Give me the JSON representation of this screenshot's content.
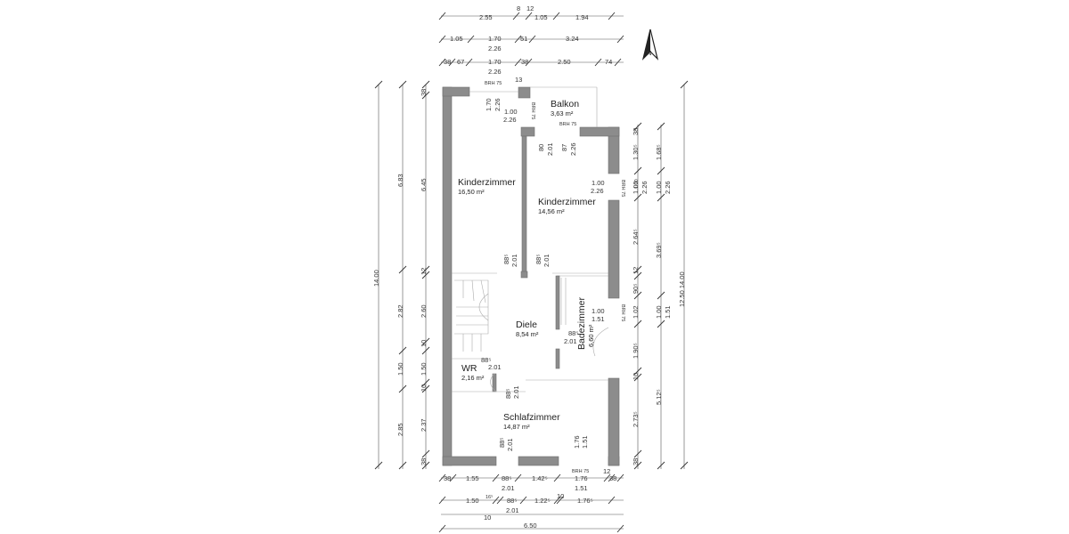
{
  "rooms": {
    "kinder1": {
      "name": "Kinderzimmer",
      "area": "16,50 m²"
    },
    "kinder2": {
      "name": "Kinderzimmer",
      "area": "14,56 m²"
    },
    "balkon": {
      "name": "Balkon",
      "area": "3,63 m²"
    },
    "diele": {
      "name": "Diele",
      "area": "8,54 m²"
    },
    "bad": {
      "name": "Badezimmer",
      "area": "6,60 m²"
    },
    "wc": {
      "name": "WR",
      "area": "2,16 m²"
    },
    "schlaf": {
      "name": "Schlafzimmer",
      "area": "14,87 m²"
    }
  },
  "north_label": "N",
  "top_dims": {
    "row1": [
      "2.55",
      "8",
      "12",
      "1.05",
      "1.94"
    ],
    "row2": [
      "1.05",
      "1.70",
      "2.26",
      "51",
      "3.24"
    ],
    "row3": [
      "38",
      "67",
      "1.70",
      "2.26",
      "38",
      "2.50",
      "74"
    ]
  },
  "brh": {
    "top": "BRH 75",
    "top_13": "13",
    "balkon_right": "BRH 75",
    "balkon_v": "BRH 75",
    "right1": "BRH 75",
    "right2": "BRH 75",
    "bottom": "BRH 75"
  },
  "openings": {
    "o_top_w": "1.70",
    "o_top_h": "2.26",
    "o_balkon_w": "1.00",
    "o_balkon_h": "2.26",
    "o_80": "80",
    "o_80h": "2.01",
    "o_87": "87",
    "o_87h": "2.26",
    "o_k2win_w": "1.00",
    "o_k2win_h": "2.26",
    "o_k1door_w": "88⁵",
    "o_k1door_h": "2.01",
    "o_k2door_w": "88⁵",
    "o_k2door_h": "2.01",
    "o_badwin_w": "1.00",
    "o_badwin_h": "1.51",
    "o_baddoor_w": "88⁵",
    "o_baddoor_h": "2.01",
    "o_wcdoor_w": "88⁵",
    "o_wcdoor_h": "2.01",
    "o_schlafdoor_w": "88⁵",
    "o_schlafdoor_h": "2.01",
    "o_schlafvdoor_w": "88⁵",
    "o_schlafvdoor_h": "2.01",
    "o_schlafwin_w": "1.76",
    "o_schlafwin_h": "1.51"
  },
  "left_dims": {
    "outer": "14.00",
    "mid": [
      "6.83",
      "2.82",
      "1.50",
      "2.85"
    ],
    "inner": [
      "38",
      "6.45",
      "12",
      "2.60",
      "10",
      "1.50",
      "10",
      "2.37",
      "38"
    ]
  },
  "right_dims": {
    "inner": [
      "38",
      "1.30⁵",
      "1.00",
      "2.64⁵",
      "12",
      "90⁵",
      "1.02",
      "1.90⁵",
      "10",
      "2.73⁵",
      "38"
    ],
    "mid": [
      "1.68⁵",
      "2.26",
      "3.69⁵",
      "1.00",
      "5.12⁵"
    ],
    "mid2": [
      "1.00",
      "2.26",
      "1.51"
    ],
    "outer": "12.50 14.00"
  },
  "bottom_dims": {
    "row1": [
      "38",
      "1.55",
      "88⁵",
      "2.01",
      "1.42⁵",
      "1.76",
      "1.51",
      "12",
      "38"
    ],
    "row2": [
      "1.50",
      "16⁵",
      "88⁵",
      "2.01",
      "1.22⁵",
      "10",
      "1.76⁵"
    ],
    "row3": [
      "10"
    ],
    "total": "6.50"
  }
}
